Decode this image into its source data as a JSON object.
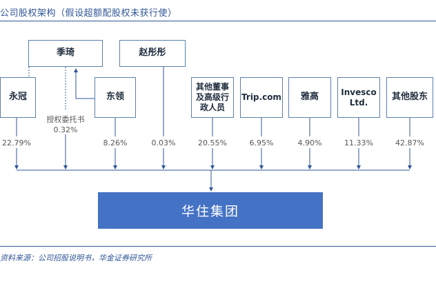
{
  "title": "公司股权架构（假设超额配股权未获行使）",
  "source": "资料来源：公司招股说明书，华金证券研究所",
  "people": {
    "ji_qi": "季琦",
    "zhao_tongtong": "赵彤彤"
  },
  "proxy": {
    "line1": "授权委托书",
    "line2": "0.32%"
  },
  "shareholders": [
    {
      "key": "yongguan",
      "name": "永冠",
      "pct": "22.79%"
    },
    {
      "key": "dongling",
      "name": "东领",
      "pct": "8.26%"
    },
    {
      "key": "zhao",
      "name": "赵彤彤",
      "pct": "0.03%"
    },
    {
      "key": "directors",
      "name_line1": "其他董事",
      "name_line2": "及高级行",
      "name_line3": "政人员",
      "pct": "20.55%"
    },
    {
      "key": "trip",
      "name": "Trip.com",
      "pct": "6.95%"
    },
    {
      "key": "yagao",
      "name": "雅高",
      "pct": "4.90%"
    },
    {
      "key": "invesco",
      "name_line1": "Invesco",
      "name_line2": "Ltd.",
      "pct": "11.33%"
    },
    {
      "key": "others",
      "name": "其他股东",
      "pct": "42.87%"
    }
  ],
  "company": "华住集团",
  "colors": {
    "accent": "#2f5597",
    "company_fill": "#4472c4",
    "box_border": "#5b7fa8"
  }
}
